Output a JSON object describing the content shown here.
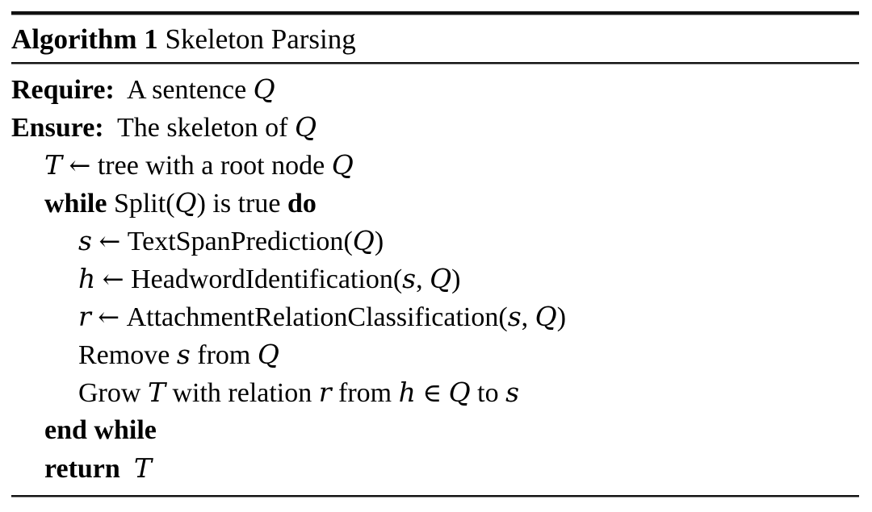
{
  "document": {
    "type": "algorithm-pseudocode-float",
    "background_color": "#ffffff",
    "text_color": "#000000",
    "rule_color": "#111111"
  },
  "caption": {
    "label": "Algorithm 1",
    "title": "Skeleton Parsing"
  },
  "lines": [
    {
      "id": "require",
      "indent": 0,
      "keyword": "Require:",
      "text": "A sentence",
      "trailing_var": "Q"
    },
    {
      "id": "ensure",
      "indent": 0,
      "keyword": "Ensure:",
      "text": "The skeleton of",
      "trailing_var": "Q"
    },
    {
      "id": "init-tree",
      "indent": 1,
      "lhs": "T",
      "arrow": "←",
      "text": "tree with a root node",
      "trailing_var": "Q"
    },
    {
      "id": "while-split",
      "indent": 1,
      "keyword_open": "while",
      "call_name": "Split",
      "call_open": "(",
      "call_arg": "Q",
      "call_close": ")",
      "text": "is true",
      "keyword_close": "do"
    },
    {
      "id": "text-span-prediction",
      "indent": 2,
      "lhs": "s",
      "arrow": "←",
      "call_name": "TextSpanPrediction",
      "call_open": "(",
      "call_arg": "Q",
      "call_close": ")"
    },
    {
      "id": "headword-identification",
      "indent": 2,
      "lhs": "h",
      "arrow": "←",
      "call_name": "HeadwordIdentification",
      "call_open": "(",
      "call_arg1": "s",
      "call_sep": ",",
      "call_arg2": "Q",
      "call_close": ")"
    },
    {
      "id": "attachment-relation-classification",
      "indent": 2,
      "lhs": "r",
      "arrow": "←",
      "call_name": "AttachmentRelationClassification",
      "call_open": "(",
      "call_arg1": "s",
      "call_sep": ",",
      "call_arg2": "Q",
      "call_close": ")"
    },
    {
      "id": "remove-span",
      "indent": 2,
      "text_a": "Remove",
      "var_a": "s",
      "text_b": "from",
      "var_b": "Q"
    },
    {
      "id": "grow-tree",
      "indent": 2,
      "text_a": "Grow",
      "var_a": "T",
      "text_b": "with relation",
      "var_b": "r",
      "text_c": "from",
      "var_c": "h",
      "member_op": "∈",
      "var_d": "Q",
      "text_d": "to",
      "var_e": "s"
    },
    {
      "id": "end-while",
      "indent": 1,
      "keyword": "end while"
    },
    {
      "id": "return",
      "indent": 1,
      "keyword": "return",
      "trailing_var": "T"
    }
  ]
}
